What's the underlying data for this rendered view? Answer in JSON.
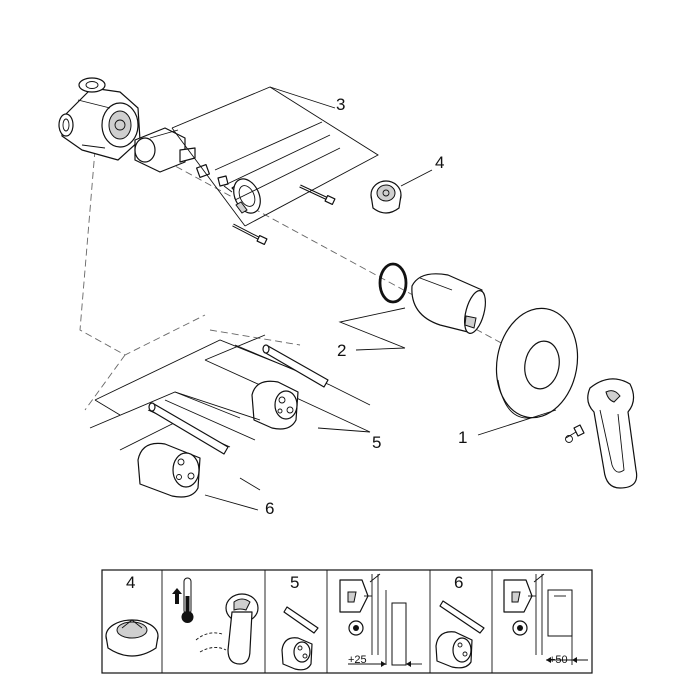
{
  "callouts": {
    "c1": "1",
    "c2": "2",
    "c3": "3",
    "c4": "4",
    "c5": "5",
    "c6": "6"
  },
  "legend": {
    "box1_label": "4",
    "box3_label": "5",
    "box5_label": "6",
    "dim_25": "+25",
    "dim_50": "+50"
  }
}
